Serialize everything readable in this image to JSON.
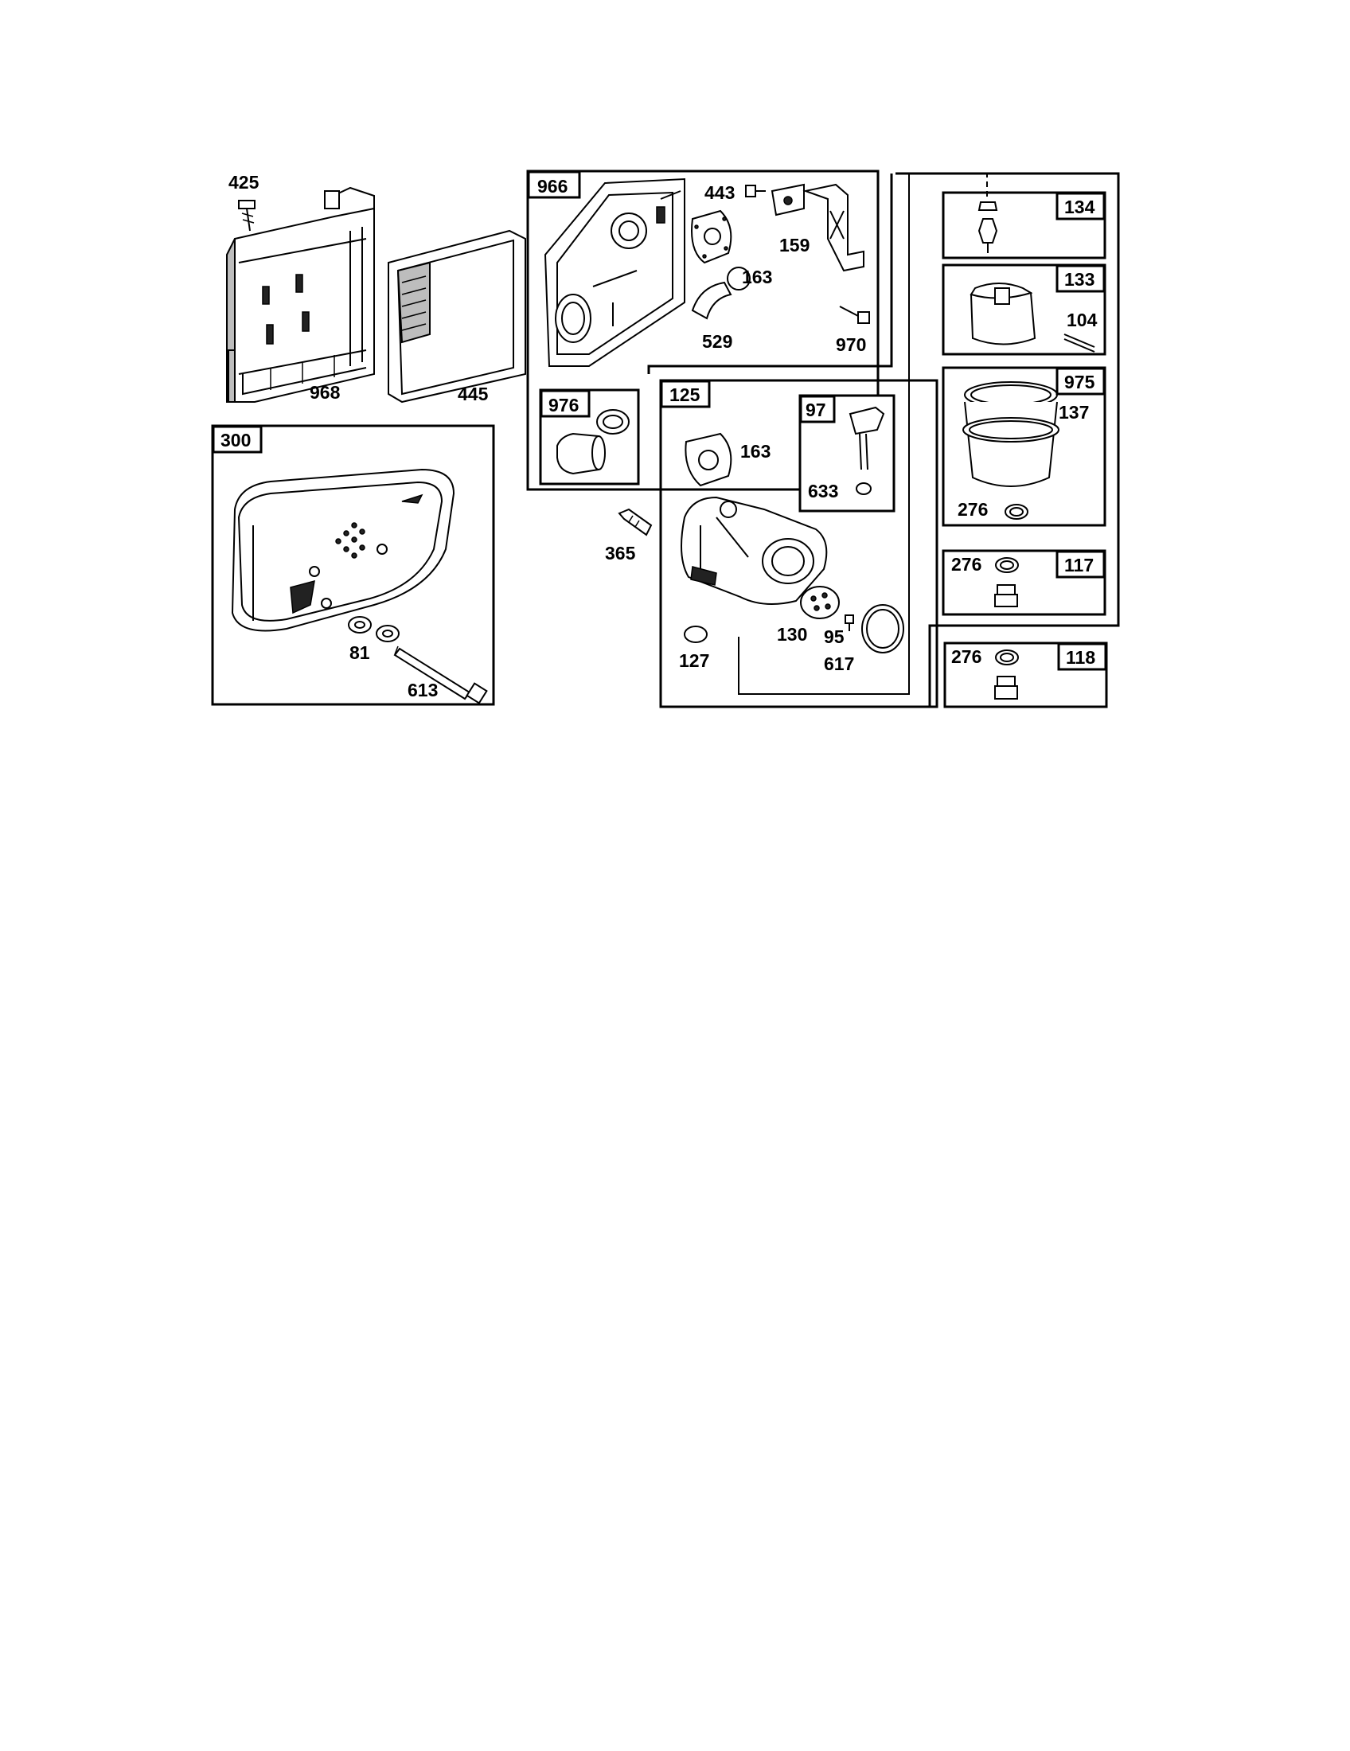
{
  "callouts": {
    "c425": "425",
    "c968": "968",
    "c445": "445",
    "c966": "966",
    "c443": "443",
    "c159": "159",
    "c163a": "163",
    "c529": "529",
    "c970": "970",
    "c976": "976",
    "c300": "300",
    "c81": "81",
    "c613": "613",
    "c125": "125",
    "c97": "97",
    "c163b": "163",
    "c633": "633",
    "c365": "365",
    "c127": "127",
    "c130": "130",
    "c95": "95",
    "c617": "617",
    "c134": "134",
    "c133": "133",
    "c104": "104",
    "c975": "975",
    "c137": "137",
    "c276a": "276",
    "c276b": "276",
    "c117": "117",
    "c276c": "276",
    "c118": "118"
  }
}
